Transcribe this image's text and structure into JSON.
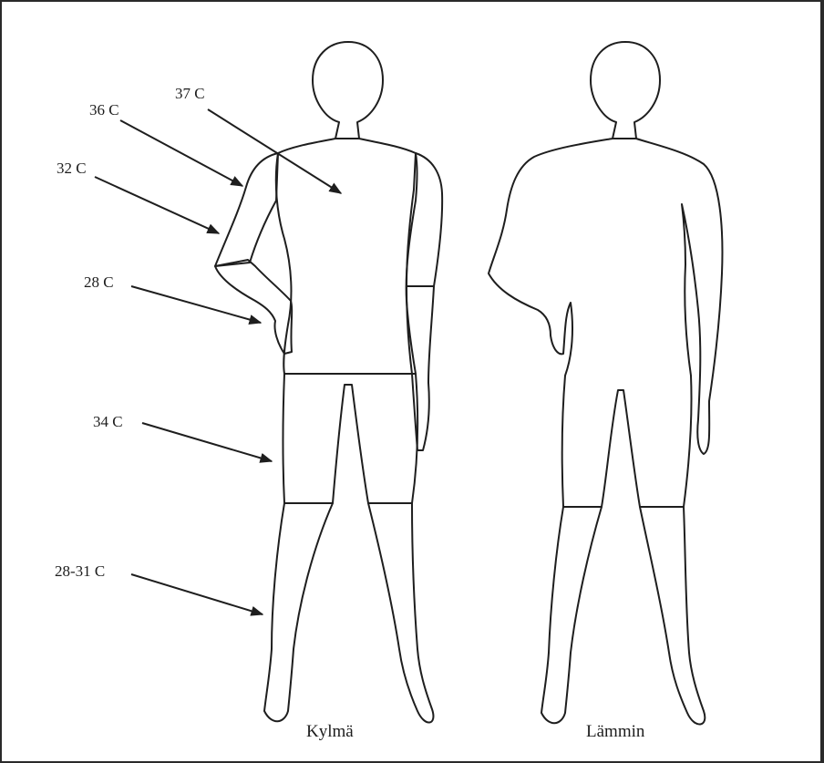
{
  "figures": {
    "cold": {
      "caption": "Kylmä"
    },
    "warm": {
      "caption": "Lämmin"
    }
  },
  "labels": {
    "chest": "37 C",
    "upper_arm": "36 C",
    "forearm": "32 C",
    "hand": "28 C",
    "thigh": "34 C",
    "lower_leg": "28-31 C"
  },
  "colors": {
    "core": "#d3dbe7",
    "skin_white": "#ffffff",
    "mid_blue": "#a9c4e2",
    "deep_blue": "#88b0e0"
  }
}
